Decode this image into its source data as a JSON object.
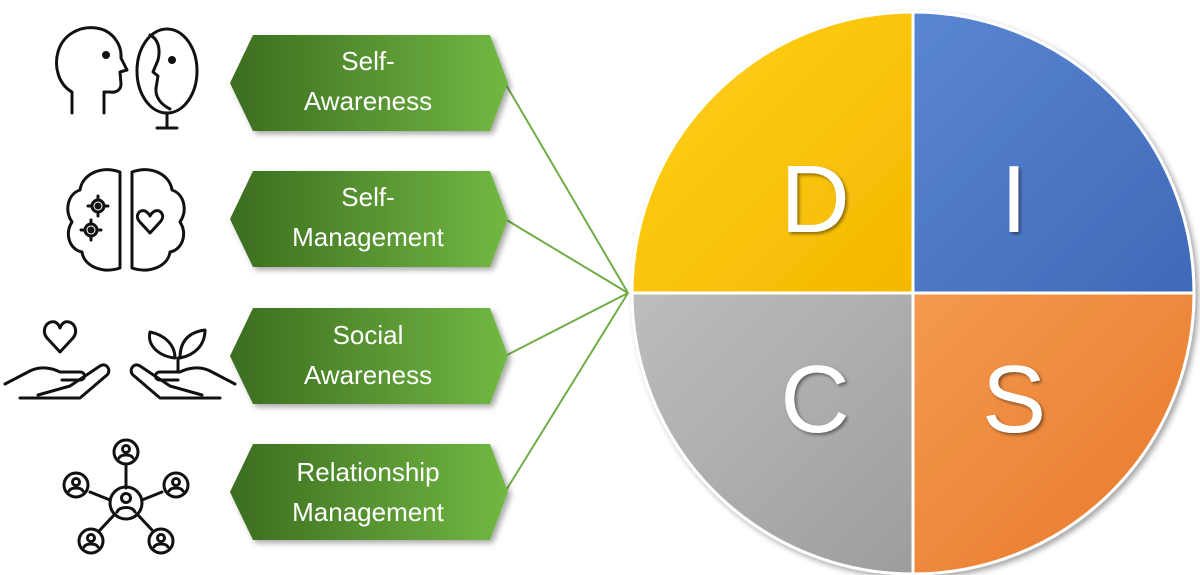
{
  "competencies": [
    {
      "line1": "Self-",
      "line2": "Awareness",
      "icon": "head-and-mirror-icon"
    },
    {
      "line1": "Self-",
      "line2": "Management",
      "icon": "brain-gears-heart-icon"
    },
    {
      "line1": "Social",
      "line2": "Awareness",
      "icon": "hands-heart-plant-icon"
    },
    {
      "line1": "Relationship",
      "line2": "Management",
      "icon": "people-network-icon"
    }
  ],
  "disc": {
    "d": {
      "letter": "D",
      "color": "#FFC000"
    },
    "i": {
      "letter": "I",
      "color": "#4472C4"
    },
    "s": {
      "letter": "S",
      "color": "#ED7D31"
    },
    "c": {
      "letter": "C",
      "color": "#A5A5A5"
    }
  },
  "colors": {
    "label_dark": "#3a6b1e",
    "label_light": "#6db33f",
    "connector": "#70AD47"
  }
}
